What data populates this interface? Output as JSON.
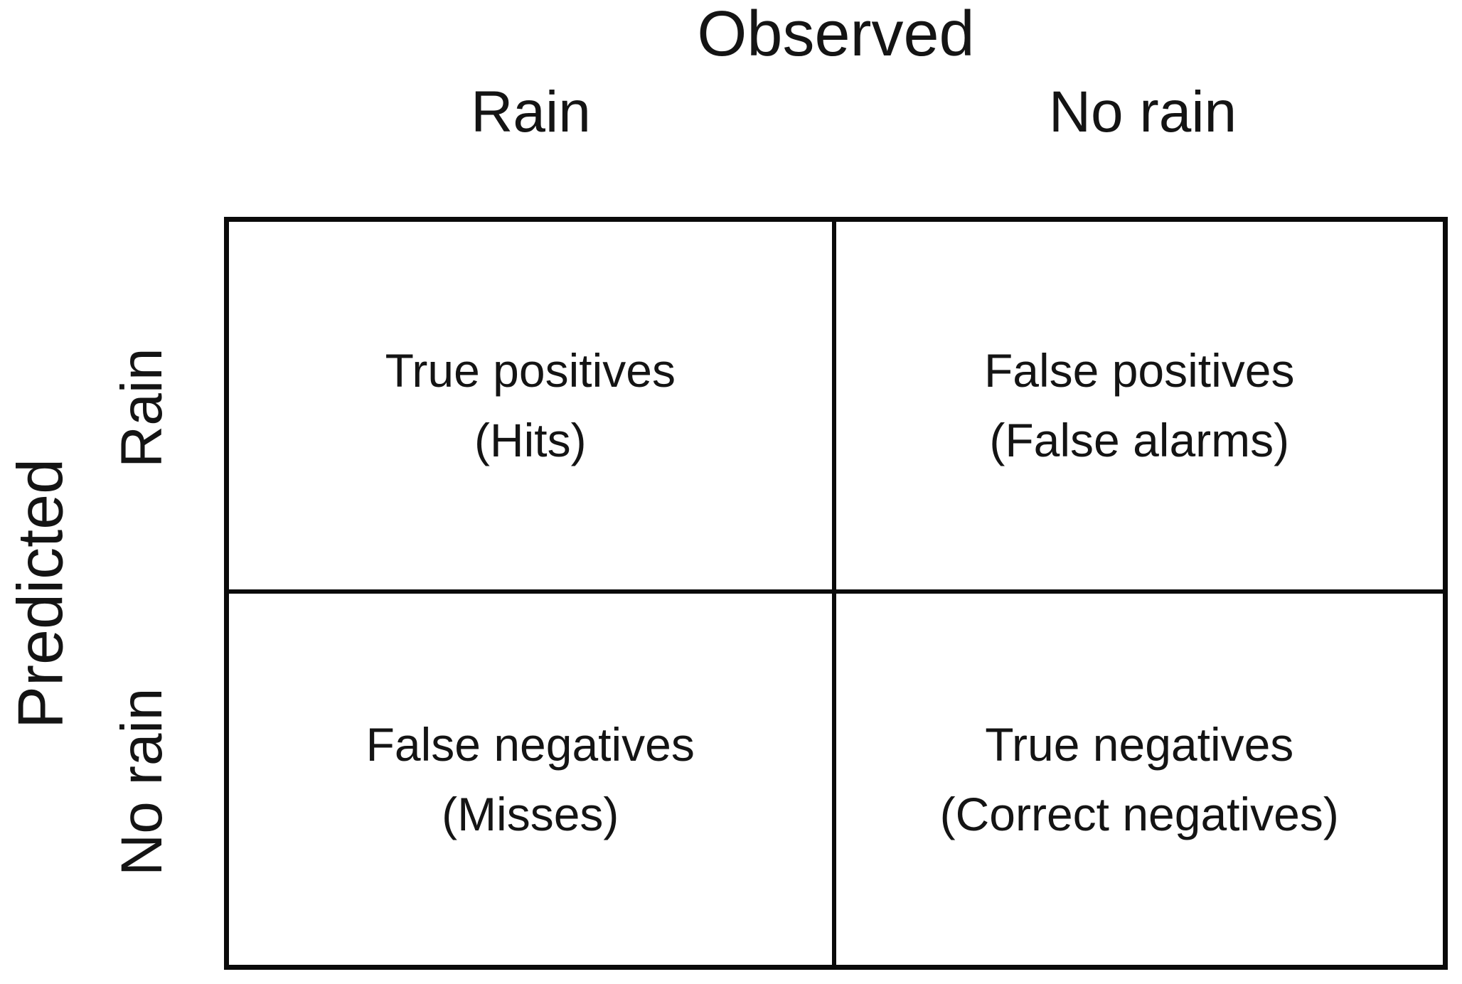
{
  "matrix": {
    "title": "Observed",
    "row_axis_label": "Predicted",
    "col_headers": [
      "Rain",
      "No rain"
    ],
    "row_headers": [
      "Rain",
      "No rain"
    ],
    "cells": [
      {
        "label": "True positives",
        "sublabel": "(Hits)"
      },
      {
        "label": "False positives",
        "sublabel": "(False alarms)"
      },
      {
        "label": "False negatives",
        "sublabel": "(Misses)"
      },
      {
        "label": "True negatives",
        "sublabel": "(Correct negatives)"
      }
    ]
  },
  "colors": {
    "background": "#ffffff",
    "border": "#0a0a0a",
    "text": "#141414"
  }
}
